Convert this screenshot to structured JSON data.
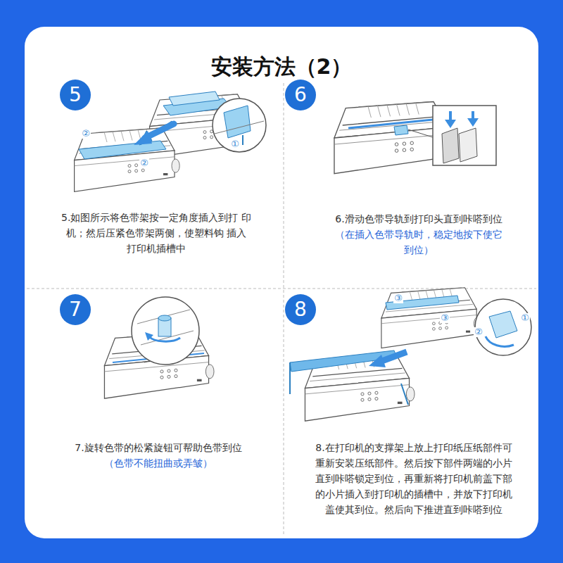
{
  "diagram": {
    "title": "安装方法（2）",
    "nodes": [
      {
        "text": [
          "5"
        ]
      },
      {
        "text": [
          "6"
        ]
      },
      {
        "text": [
          "7"
        ]
      },
      {
        "text": [
          "8"
        ]
      }
    ],
    "labels": [
      "5.如图所示将色带架按一定角度插入到打 印机；然后压紧色带架两侧，使塑料钩 插入打印机插槽中",
      "②",
      "②",
      "①",
      "6.滑动色带导轨到打印头直到咔嗒到位",
      "（在插入色带导轨时，稳定地按下使它 到位）",
      "7.旋转色带的松紧旋钮可帮助色带到位",
      "（色带不能扭曲或弄皱）",
      "③",
      "③",
      "①",
      "②",
      "8.在打印机的支撑架上放上打印纸压纸部件可 重新安装压纸部件。然后按下部件两端的小片 直到咔嗒锁定到位，再重新将打印机前盖下部 的小片插入到打印机的插槽中，并放下打印机 盖使其到位。然后向下推进直到咔嗒到位"
    ]
  }
}
